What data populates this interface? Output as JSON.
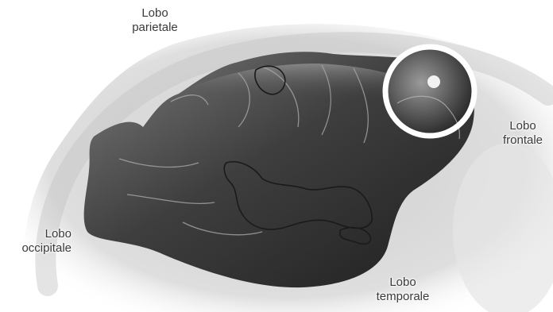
{
  "labels": {
    "parietal": {
      "line1": "Lobo",
      "line2": "parietale"
    },
    "frontal": {
      "line1": "Lobo",
      "line2": "frontale"
    },
    "occipital": {
      "line1": "Lobo",
      "line2": "occipitale"
    },
    "temporal": {
      "line1": "Lobo",
      "line2": "temporale"
    }
  },
  "colors": {
    "background": "#ffffff",
    "head_fur": "#d9d9d9",
    "brain_dark": "#2b2b2b",
    "brain_mid": "#6a6a6a",
    "brain_light": "#9a9a9a",
    "highlight_ring": "#ffffff",
    "label_text": "#3a3a3a"
  }
}
